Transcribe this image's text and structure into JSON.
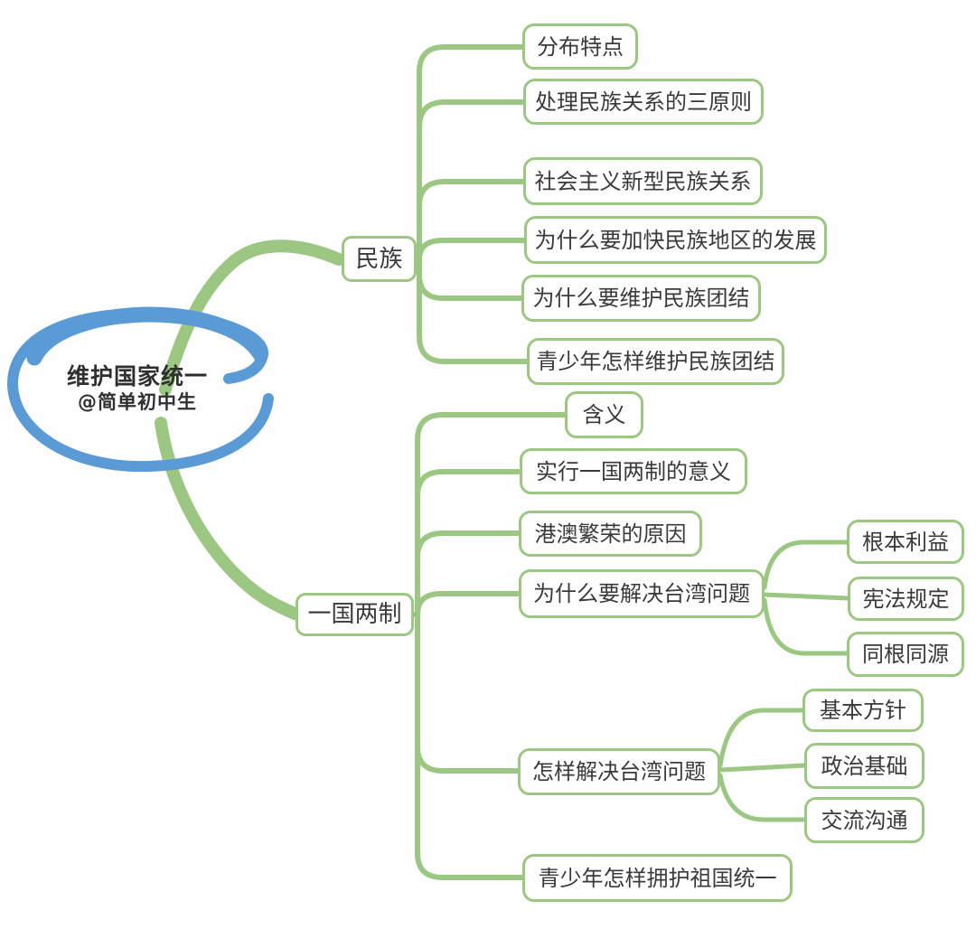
{
  "colors": {
    "branch_green": "#9bc783",
    "center_blue": "#5b9bd5",
    "text": "#3a3a3a",
    "node_background": "#ffffff"
  },
  "center": {
    "title": "维护国家统一",
    "handle": "@简单初中生"
  },
  "branches": [
    {
      "label": "民族",
      "children": [
        {
          "label": "分布特点"
        },
        {
          "label": "处理民族关系的三原则"
        },
        {
          "label": "社会主义新型民族关系"
        },
        {
          "label": "为什么要加快民族地区的发展"
        },
        {
          "label": "为什么要维护民族团结"
        },
        {
          "label": "青少年怎样维护民族团结"
        }
      ]
    },
    {
      "label": "一国两制",
      "children": [
        {
          "label": "含义"
        },
        {
          "label": "实行一国两制的意义"
        },
        {
          "label": "港澳繁荣的原因"
        },
        {
          "label": "为什么要解决台湾问题",
          "children": [
            {
              "label": "根本利益"
            },
            {
              "label": "宪法规定"
            },
            {
              "label": "同根同源"
            }
          ]
        },
        {
          "label": "怎样解决台湾问题",
          "children": [
            {
              "label": "基本方针"
            },
            {
              "label": "政治基础"
            },
            {
              "label": "交流沟通"
            }
          ]
        },
        {
          "label": "青少年怎样拥护祖国统一"
        }
      ]
    }
  ]
}
